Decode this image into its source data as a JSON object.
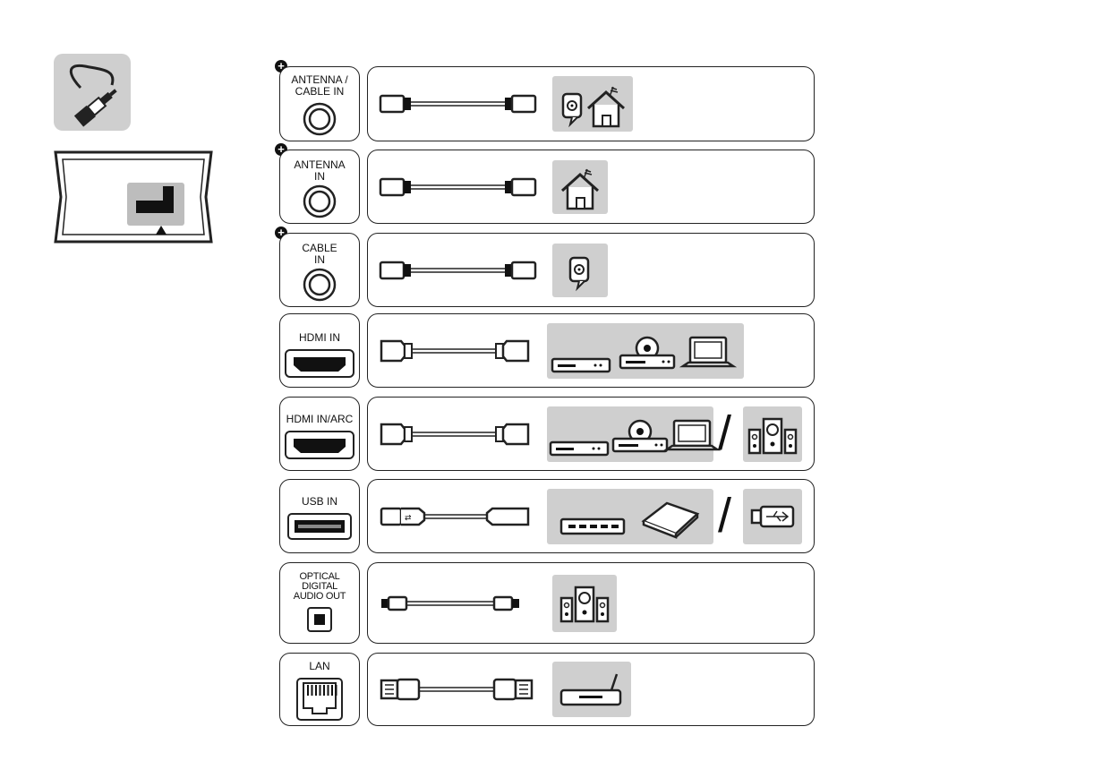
{
  "rows": [
    {
      "port": "ANTENNA /\nCABLE IN",
      "has_plus": true,
      "port_icon": "coax-port-icon",
      "cable": "coax-cable-icon",
      "devices": [
        "wall-outlet-icon",
        "house-antenna-icon"
      ]
    },
    {
      "port": "ANTENNA\nIN",
      "has_plus": true,
      "port_icon": "coax-port-icon",
      "cable": "coax-cable-icon",
      "devices": [
        "house-antenna-icon"
      ]
    },
    {
      "port": "CABLE\nIN",
      "has_plus": true,
      "port_icon": "coax-port-icon",
      "cable": "coax-cable-icon",
      "devices": [
        "wall-outlet-icon"
      ]
    },
    {
      "port": "HDMI IN",
      "has_plus": false,
      "port_icon": "hdmi-port-icon",
      "cable": "hdmi-cable-icon",
      "devices": [
        "set-top-box-icon",
        "dvd-player-icon",
        "laptop-icon"
      ]
    },
    {
      "port": "HDMI IN/ARC",
      "has_plus": false,
      "port_icon": "hdmi-port-icon",
      "cable": "hdmi-cable-icon",
      "devices": [
        "set-top-box-icon",
        "dvd-player-icon",
        "laptop-icon",
        "speakers-icon"
      ],
      "separator": "/"
    },
    {
      "port": "USB IN",
      "has_plus": false,
      "port_icon": "usb-port-icon",
      "cable": "usb-cable-icon",
      "devices": [
        "usb-hub-icon",
        "external-hdd-icon",
        "usb-stick-icon"
      ],
      "separator": "/"
    },
    {
      "port": "OPTICAL\nDIGITAL\nAUDIO OUT",
      "has_plus": false,
      "port_icon": "optical-port-icon",
      "cable": "optical-cable-icon",
      "devices": [
        "speakers-icon"
      ]
    },
    {
      "port": "LAN",
      "has_plus": false,
      "port_icon": "lan-port-icon",
      "cable": "lan-cable-icon",
      "devices": [
        "router-icon"
      ]
    }
  ],
  "side_icons": [
    "cable-plug-icon",
    "tv-back-panel-icon"
  ],
  "colors": {
    "line": "#222222",
    "tile": "#cfcfcf"
  }
}
